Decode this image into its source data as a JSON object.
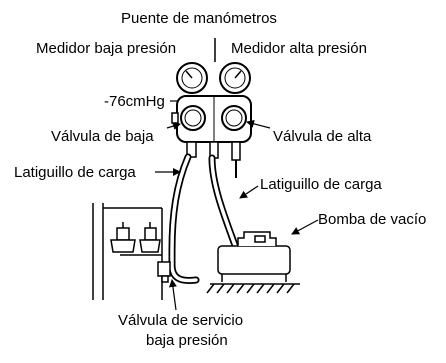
{
  "labels": {
    "title": "Puente de manómetros",
    "low_gauge": "Medidor baja presión",
    "high_gauge": "Medidor alta presión",
    "vacuum_reading": "-76cmHg",
    "low_valve": "Válvula de baja",
    "high_valve": "Válvula de alta",
    "charge_hose_left": "Latiguillo de carga",
    "charge_hose_right": "Latiguillo de carga",
    "vacuum_pump": "Bomba de vacío",
    "service_valve_line1": "Válvula de servicio",
    "service_valve_line2": "baja presión"
  }
}
